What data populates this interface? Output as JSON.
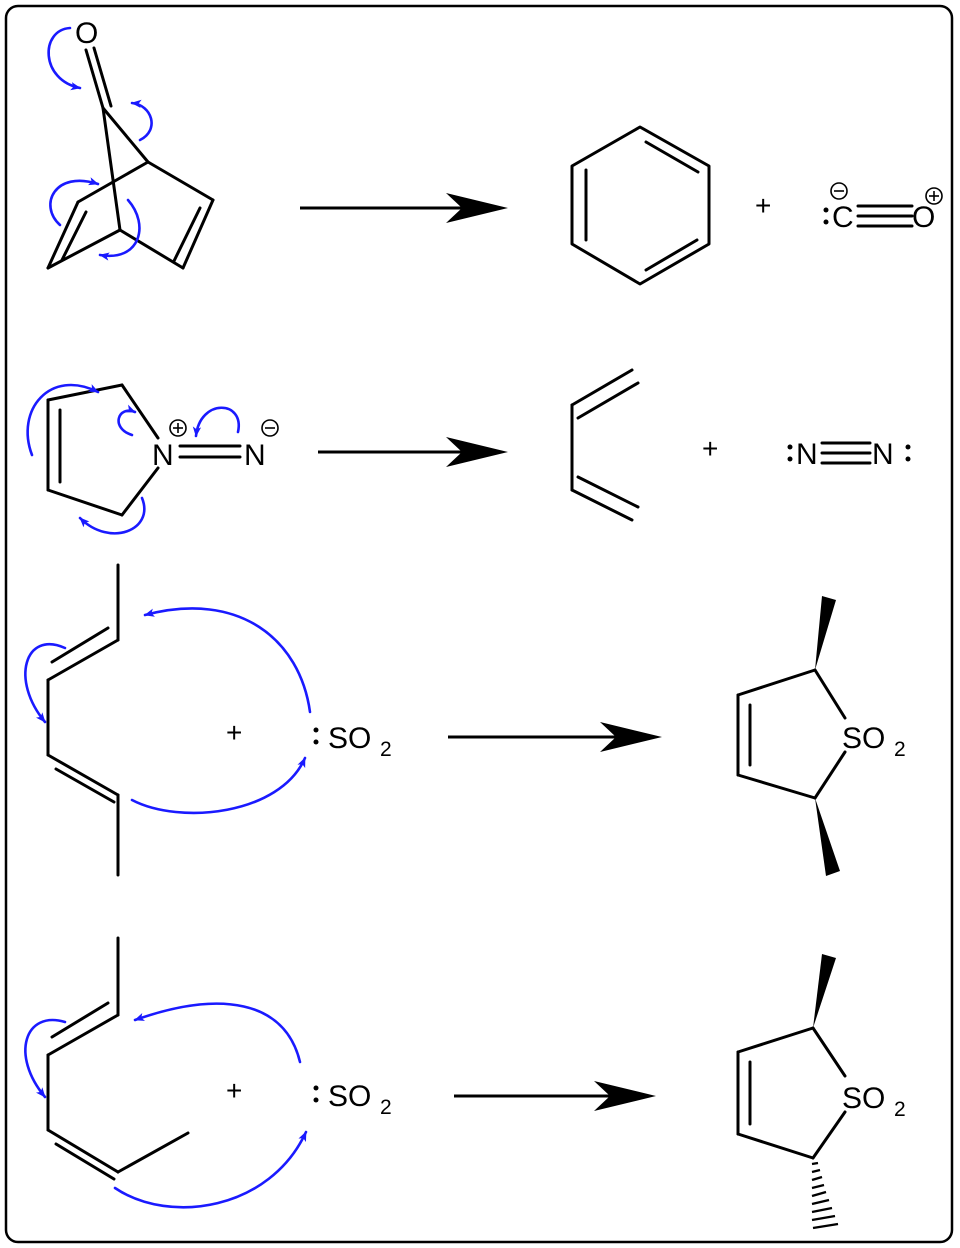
{
  "reactions": [
    {
      "name": "cheletropic-co-extrusion",
      "ketone_o": "O",
      "plus": "+",
      "product2": {
        "c": "C",
        "o": "O"
      }
    },
    {
      "name": "cheletropic-n2-extrusion",
      "n_plus": "N",
      "n_minus": "N",
      "plus": "+",
      "product2": {
        "n1": "N",
        "n2": "N"
      }
    },
    {
      "name": "so2-addition-trans-diene",
      "plus": "+",
      "reagent_s": "SO",
      "reagent_sub": "2",
      "product_s": "SO",
      "product_sub": "2"
    },
    {
      "name": "so2-addition-cis-diene",
      "plus": "+",
      "reagent_s": "SO",
      "reagent_sub": "2",
      "product_s": "SO",
      "product_sub": "2"
    }
  ],
  "colors": {
    "mechanism_arrow": "#1a1aff",
    "bond": "#000000",
    "frame": "#000000"
  }
}
